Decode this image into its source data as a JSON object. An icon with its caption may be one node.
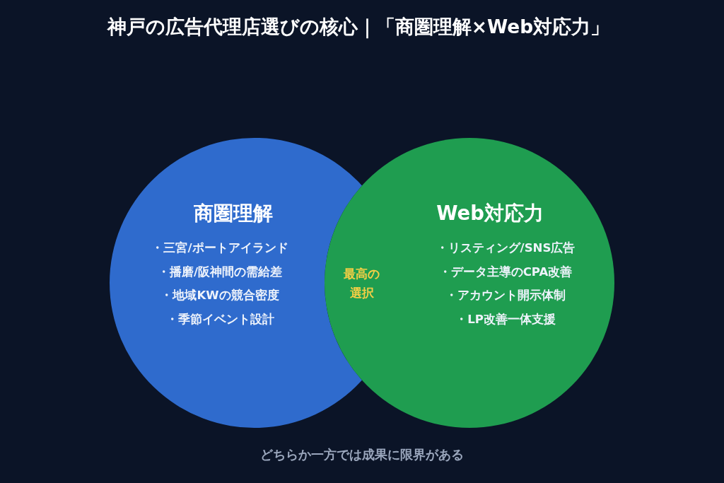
{
  "diagram": {
    "title": "神戸の広告代理店選びの核心｜「商圏理解×Web対応力」",
    "caption": "どちらか一方では成果に限界がある",
    "nodes": [
      {
        "text": [
          "商圏理解",
          "・三宮/ポートアイランド",
          "・播磨/阪神間の需給差",
          "・地域KWの競合密度",
          "・季節イベント設計"
        ]
      },
      {
        "text": [
          "Web対応力",
          "・リスティング/SNS広告",
          "・データ主導のCPA改善",
          "・アカウント開示体制",
          "・LP改善一体支援"
        ]
      }
    ],
    "labels": [
      "最高の選択"
    ]
  }
}
